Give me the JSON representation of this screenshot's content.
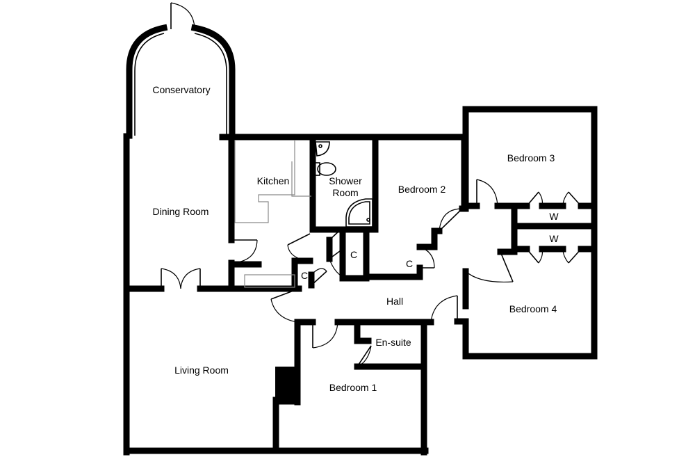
{
  "rooms": {
    "conservatory": "Conservatory",
    "dining_room": "Dining Room",
    "kitchen": "Kitchen",
    "shower_room_line1": "Shower",
    "shower_room_line2": "Room",
    "bedroom_2": "Bedroom 2",
    "bedroom_3": "Bedroom 3",
    "bedroom_4": "Bedroom 4",
    "hall": "Hall",
    "living_room": "Living Room",
    "bedroom_1": "Bedroom 1",
    "en_suite": "En-suite"
  },
  "storage": {
    "cupboard_label": "C",
    "wardrobe_label": "W"
  },
  "colors": {
    "wall": "#000000",
    "fixture_line": "#8a8a8a",
    "background": "#ffffff"
  }
}
